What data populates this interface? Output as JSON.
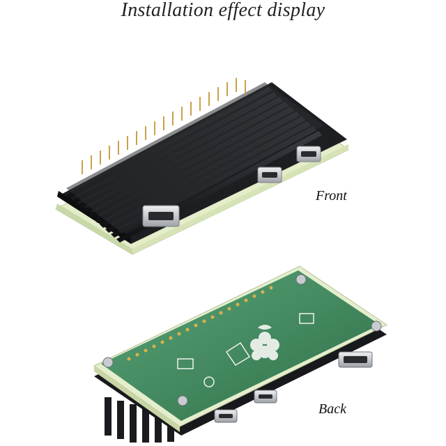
{
  "title": "Installation effect display",
  "labels": {
    "front": "Front",
    "back": "Back"
  },
  "colors": {
    "heatsink": "#1a1b1e",
    "pcb": "#3f8a5a",
    "acrylic_edge": "#d9e6c4",
    "port_metal": "#c9ccd0",
    "header_pin": "#c9a24a"
  }
}
